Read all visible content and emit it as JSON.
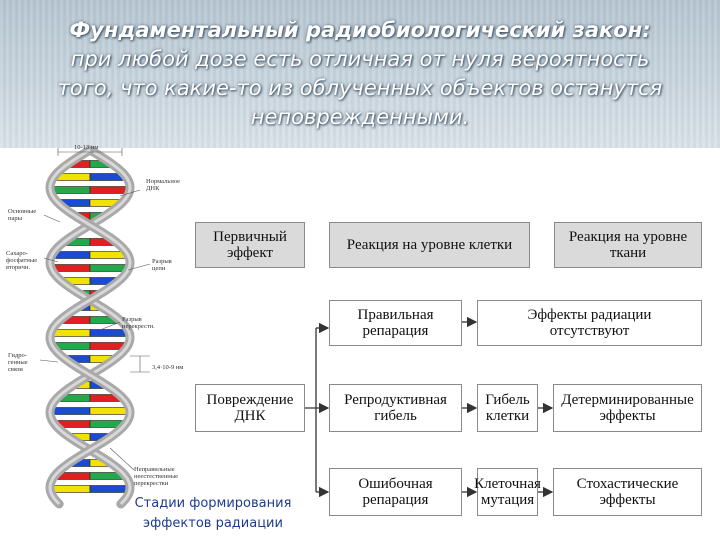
{
  "title": {
    "bold": "Фундаментальный радиобиологический закон:",
    "line2": "при любой дозе есть отличная от нуля вероятность",
    "line3": "того, что какие-то из облученных объектов останутся",
    "line4": "неповрежденными."
  },
  "dna": {
    "labels": {
      "scale_top": "10-13 нм",
      "normal_dna": "Нормальное\nДНК",
      "base_pairs": "Основные\nпары",
      "sugar_phosphate": "Сахаро-\nфосфатные\nвторичн.",
      "strand_break": "Разрыв\nцепи",
      "broken_crosslinks": "Разрыв\nперекрестн.",
      "scale_mid": "3,4·10-9 нм",
      "hydrogen_bonds": "Гидро-\nгенные\nсвязи",
      "wrong_crosslinks": "Неправильные\nнеестественные\nперекрестки"
    },
    "colors": {
      "strand": "#a9a9a9",
      "red": "#e02020",
      "yellow": "#f2e200",
      "green": "#23a84a",
      "blue": "#1b4bd0"
    }
  },
  "flow": {
    "headers": {
      "primary": "Первичный\nэффект",
      "cell": "Реакция на уровне клетки",
      "tissue": "Реакция на уровне\nткани"
    },
    "damage": "Повреждение\nДНК",
    "row1": {
      "repair": "Правильная\nрепарация",
      "effect": "Эффекты радиации\nотсутствуют"
    },
    "row2": {
      "repair": "Репродуктивная\nгибель",
      "middle": "Гибель\nклетки",
      "effect": "Детерминированные\nэффекты"
    },
    "row3": {
      "repair": "Ошибочная\nрепарация",
      "middle": "Клеточная\nмутация",
      "effect": "Стохастические\nэффекты"
    }
  },
  "caption": "Стадии формирования\nэффектов радиации"
}
